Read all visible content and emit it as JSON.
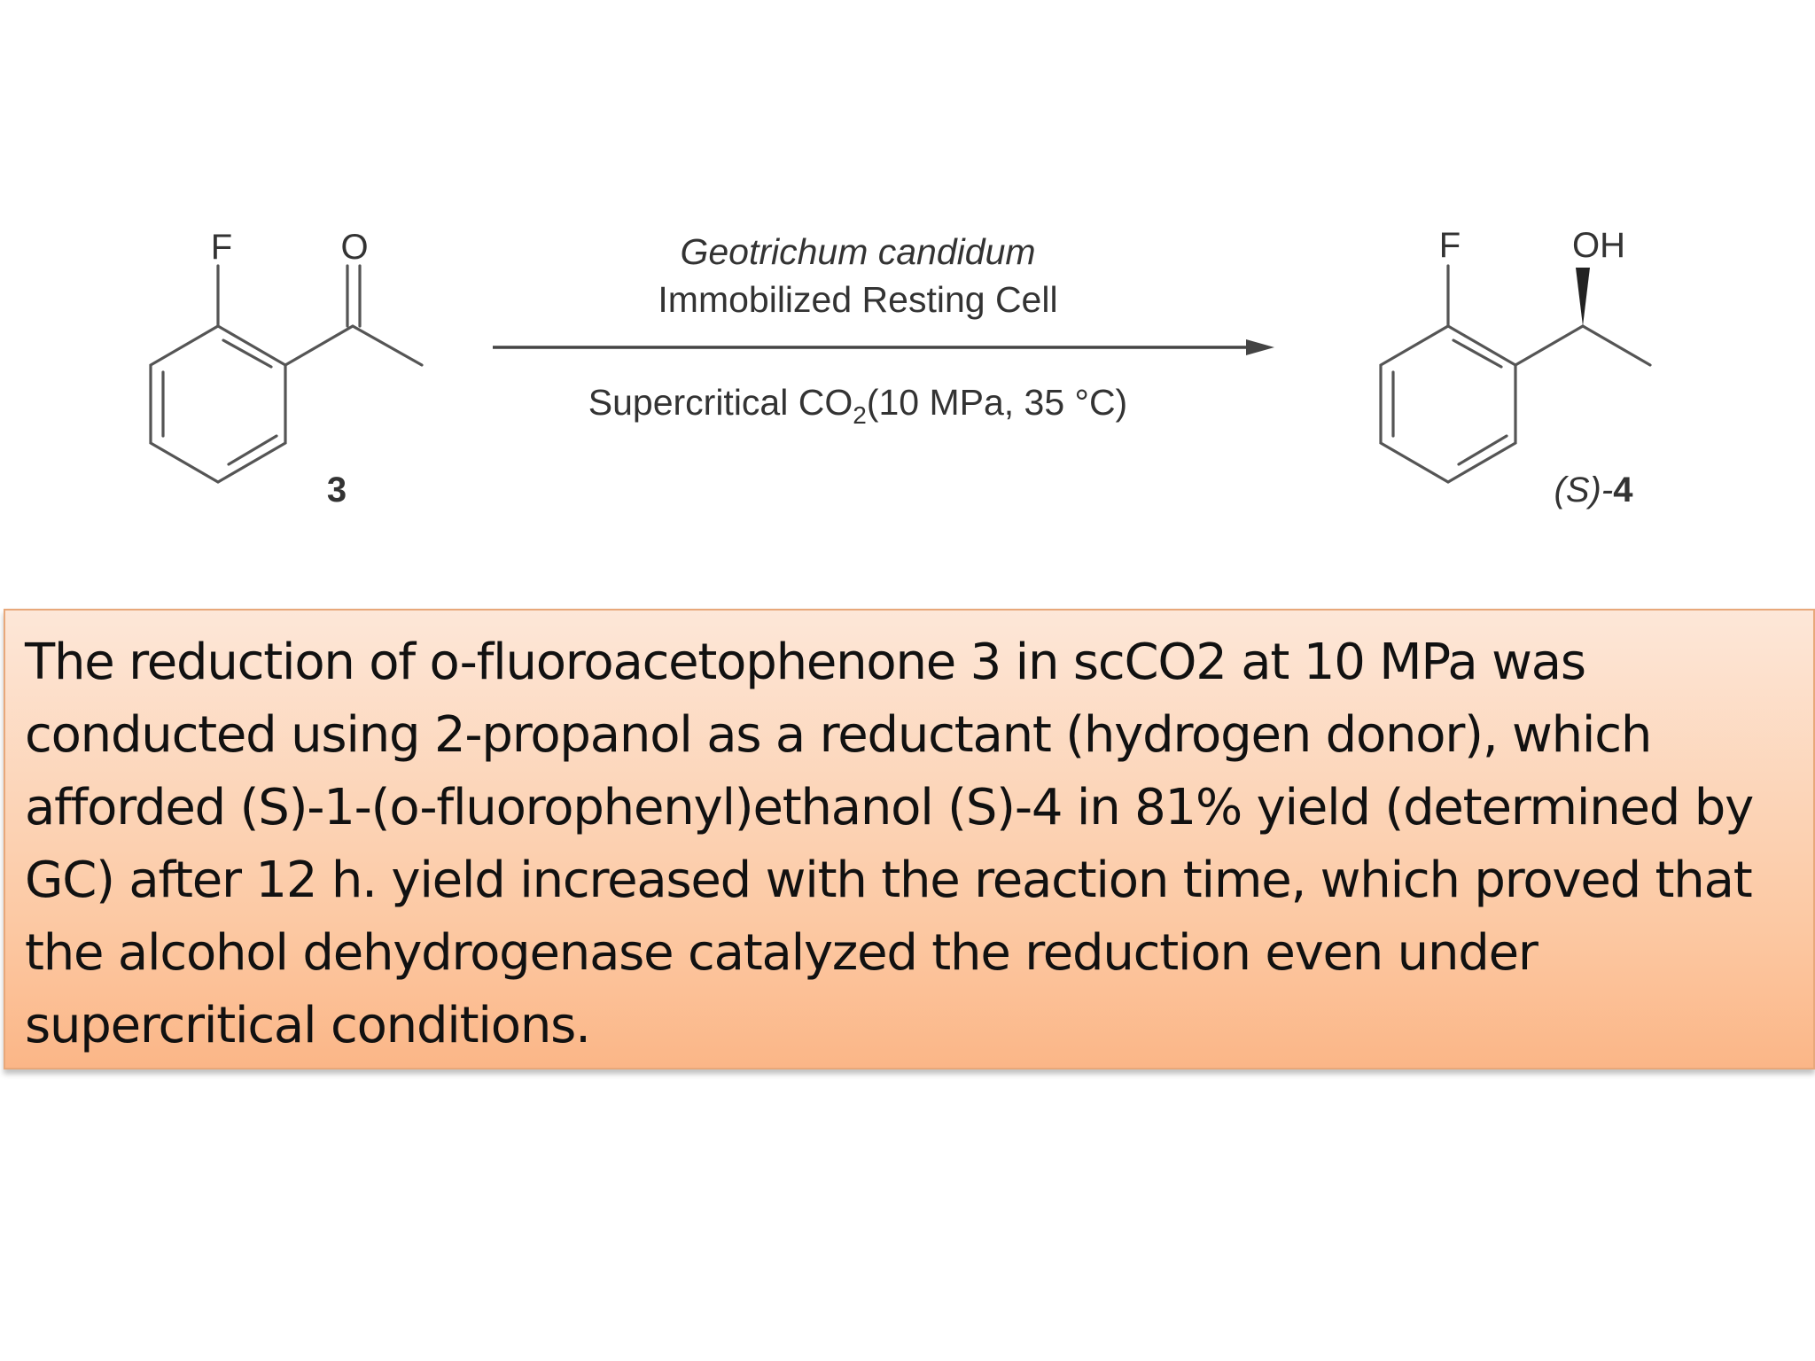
{
  "scheme": {
    "reactant": {
      "substituent_label": "F",
      "carbonyl_label": "O",
      "compound_number": "3"
    },
    "conditions": {
      "catalyst": "Geotrichum candidum",
      "catalyst_form": "Immobilized Resting Cell",
      "solvent_prefix": "Supercritical CO",
      "solvent_subscript": "2",
      "solvent_suffix": "(10 MPa, 35 °C)"
    },
    "product": {
      "substituent_label": "F",
      "hydroxyl_label": "OH",
      "stereo_label": "(S)-",
      "compound_number": "4"
    }
  },
  "description": {
    "text": "The reduction of o-fluoroacetophenone 3 in scCO2 at 10 MPa was conducted using 2-propanol as a reductant (hydrogen donor), which afforded (S)-1-(o-fluorophenyl)ethanol (S)-4 in 81% yield (determined by GC) after 12 h. yield increased with the reaction time, which proved that the alcohol dehydrogenase catalyzed the reduction even under supercritical conditions."
  },
  "colors": {
    "box_top": "#fde7d8",
    "box_bottom": "#fbb687",
    "box_border": "#e8a87a"
  }
}
